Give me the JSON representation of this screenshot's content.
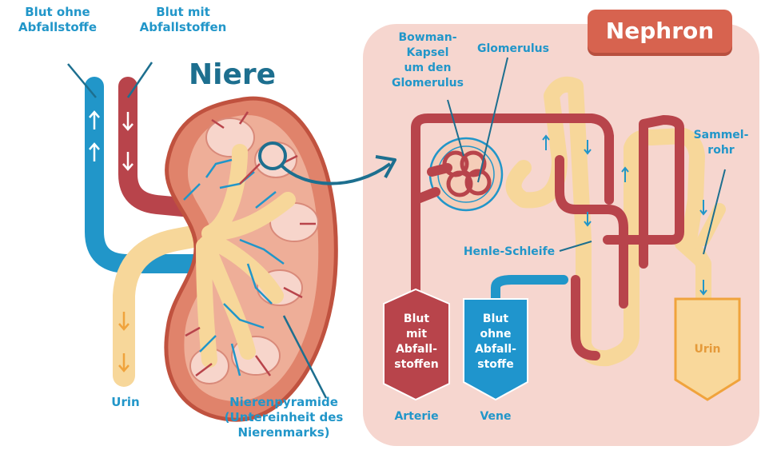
{
  "kidney": {
    "title": "Niere",
    "blood_clean": [
      "Blut ohne",
      "Abfallstoffe"
    ],
    "blood_waste": [
      "Blut mit",
      "Abfallstoffen"
    ],
    "urine": "Urin",
    "pyramid": [
      "Nierenpyramide",
      "(Untereinheit des",
      "Nierenmarks)"
    ]
  },
  "nephron": {
    "title": "Nephron",
    "bowman": [
      "Bowman-",
      "Kapsel",
      "um den",
      "Glomerulus"
    ],
    "glomerulus": "Glomerulus",
    "henle": "Henle-Schleife",
    "collecting_duct": [
      "Sammel-",
      "rohr"
    ],
    "arrow_artery": [
      "Blut",
      "mit",
      "Abfall-",
      "stoffen"
    ],
    "arrow_vein": [
      "Blut",
      "ohne",
      "Abfall-",
      "stoffe"
    ],
    "arrow_urine": "Urin",
    "artery": "Arterie",
    "vein": "Vene"
  },
  "colors": {
    "blue": "#2196c9",
    "red": "#b8444b",
    "urine": "#f7d79a",
    "panel": "#f6d6cf",
    "badge": "#d7634f"
  }
}
